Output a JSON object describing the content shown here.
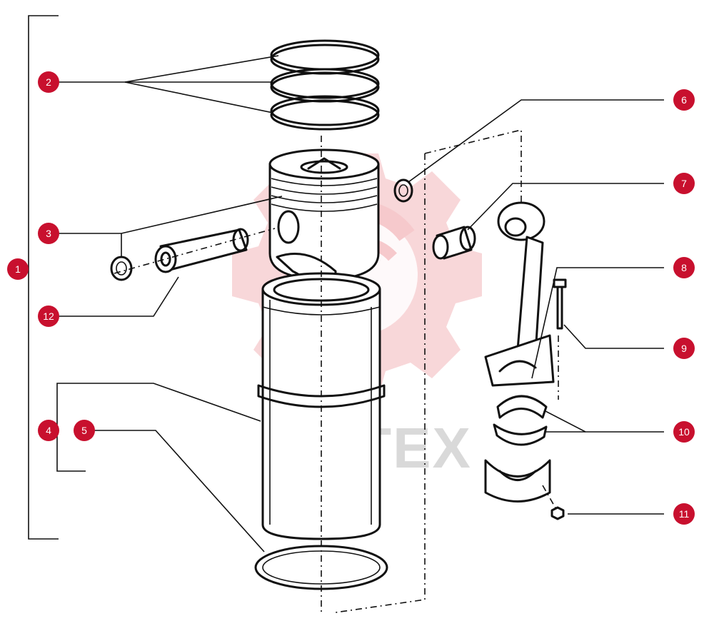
{
  "watermark": {
    "text": "ИНТЕХ",
    "accent": "#c8102e"
  },
  "callouts": [
    {
      "id": "1",
      "label": "1"
    },
    {
      "id": "2",
      "label": "2"
    },
    {
      "id": "3",
      "label": "3"
    },
    {
      "id": "4",
      "label": "4"
    },
    {
      "id": "5",
      "label": "5"
    },
    {
      "id": "6",
      "label": "6"
    },
    {
      "id": "7",
      "label": "7"
    },
    {
      "id": "8",
      "label": "8"
    },
    {
      "id": "9",
      "label": "9"
    },
    {
      "id": "10",
      "label": "10"
    },
    {
      "id": "11",
      "label": "11"
    },
    {
      "id": "12",
      "label": "12"
    }
  ],
  "colors": {
    "callout": "#c8102e",
    "line": "#111111",
    "watermark_gear": "#f6c9cc"
  }
}
